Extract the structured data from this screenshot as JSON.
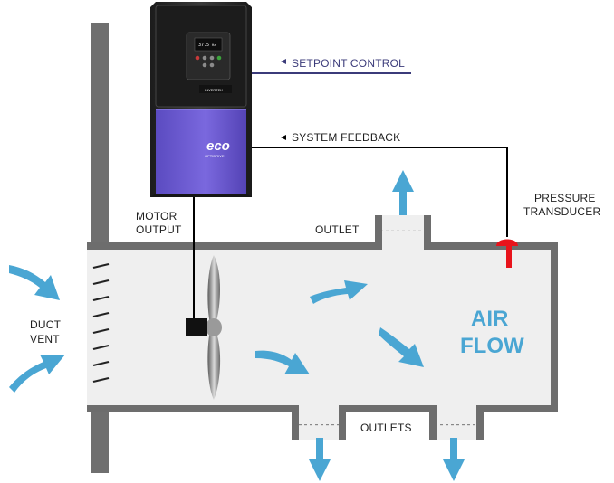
{
  "labels": {
    "setpoint_control": "SETPOINT CONTROL",
    "system_feedback": "SYSTEM FEEDBACK",
    "motor_output_1": "MOTOR",
    "motor_output_2": "OUTPUT",
    "outlet_top": "OUTLET",
    "pressure_1": "PRESSURE",
    "pressure_2": "TRANSDUCER",
    "duct_vent_1": "DUCT",
    "duct_vent_2": "VENT",
    "air_flow_1": "AIR",
    "air_flow_2": "FLOW",
    "outlets_bottom": "OUTLETS"
  },
  "drive": {
    "display_value": "37.5",
    "display_unit": "Hz",
    "brand_logo": "eco",
    "brand_sub": "OPTIDRIVE",
    "panel_brand": "INVERTEK"
  },
  "icons": {
    "pointer": "left-arrow-icon",
    "flow": "curved-arrow-icon"
  },
  "colors": {
    "flow_arrow": "#4aa6d3",
    "duct_wall": "#6d6d6d",
    "duct_fill": "#efefef",
    "drive_body": "#2b2b2b",
    "drive_accent": "#7464d6",
    "transducer": "#e8131b",
    "setpoint_line": "#3b3b7a",
    "feedback_line": "#000000"
  }
}
